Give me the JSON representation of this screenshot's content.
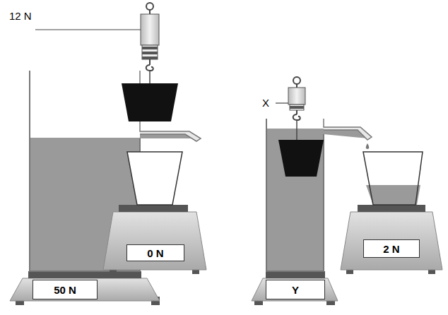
{
  "diagram": {
    "nodes": [
      {
        "text": [
          "50 N"
        ]
      },
      {
        "text": [
          "0 N"
        ]
      },
      {
        "text": [
          "Y"
        ]
      },
      {
        "text": [
          "2 N"
        ]
      }
    ],
    "labels": [
      "12 N",
      "X"
    ]
  }
}
